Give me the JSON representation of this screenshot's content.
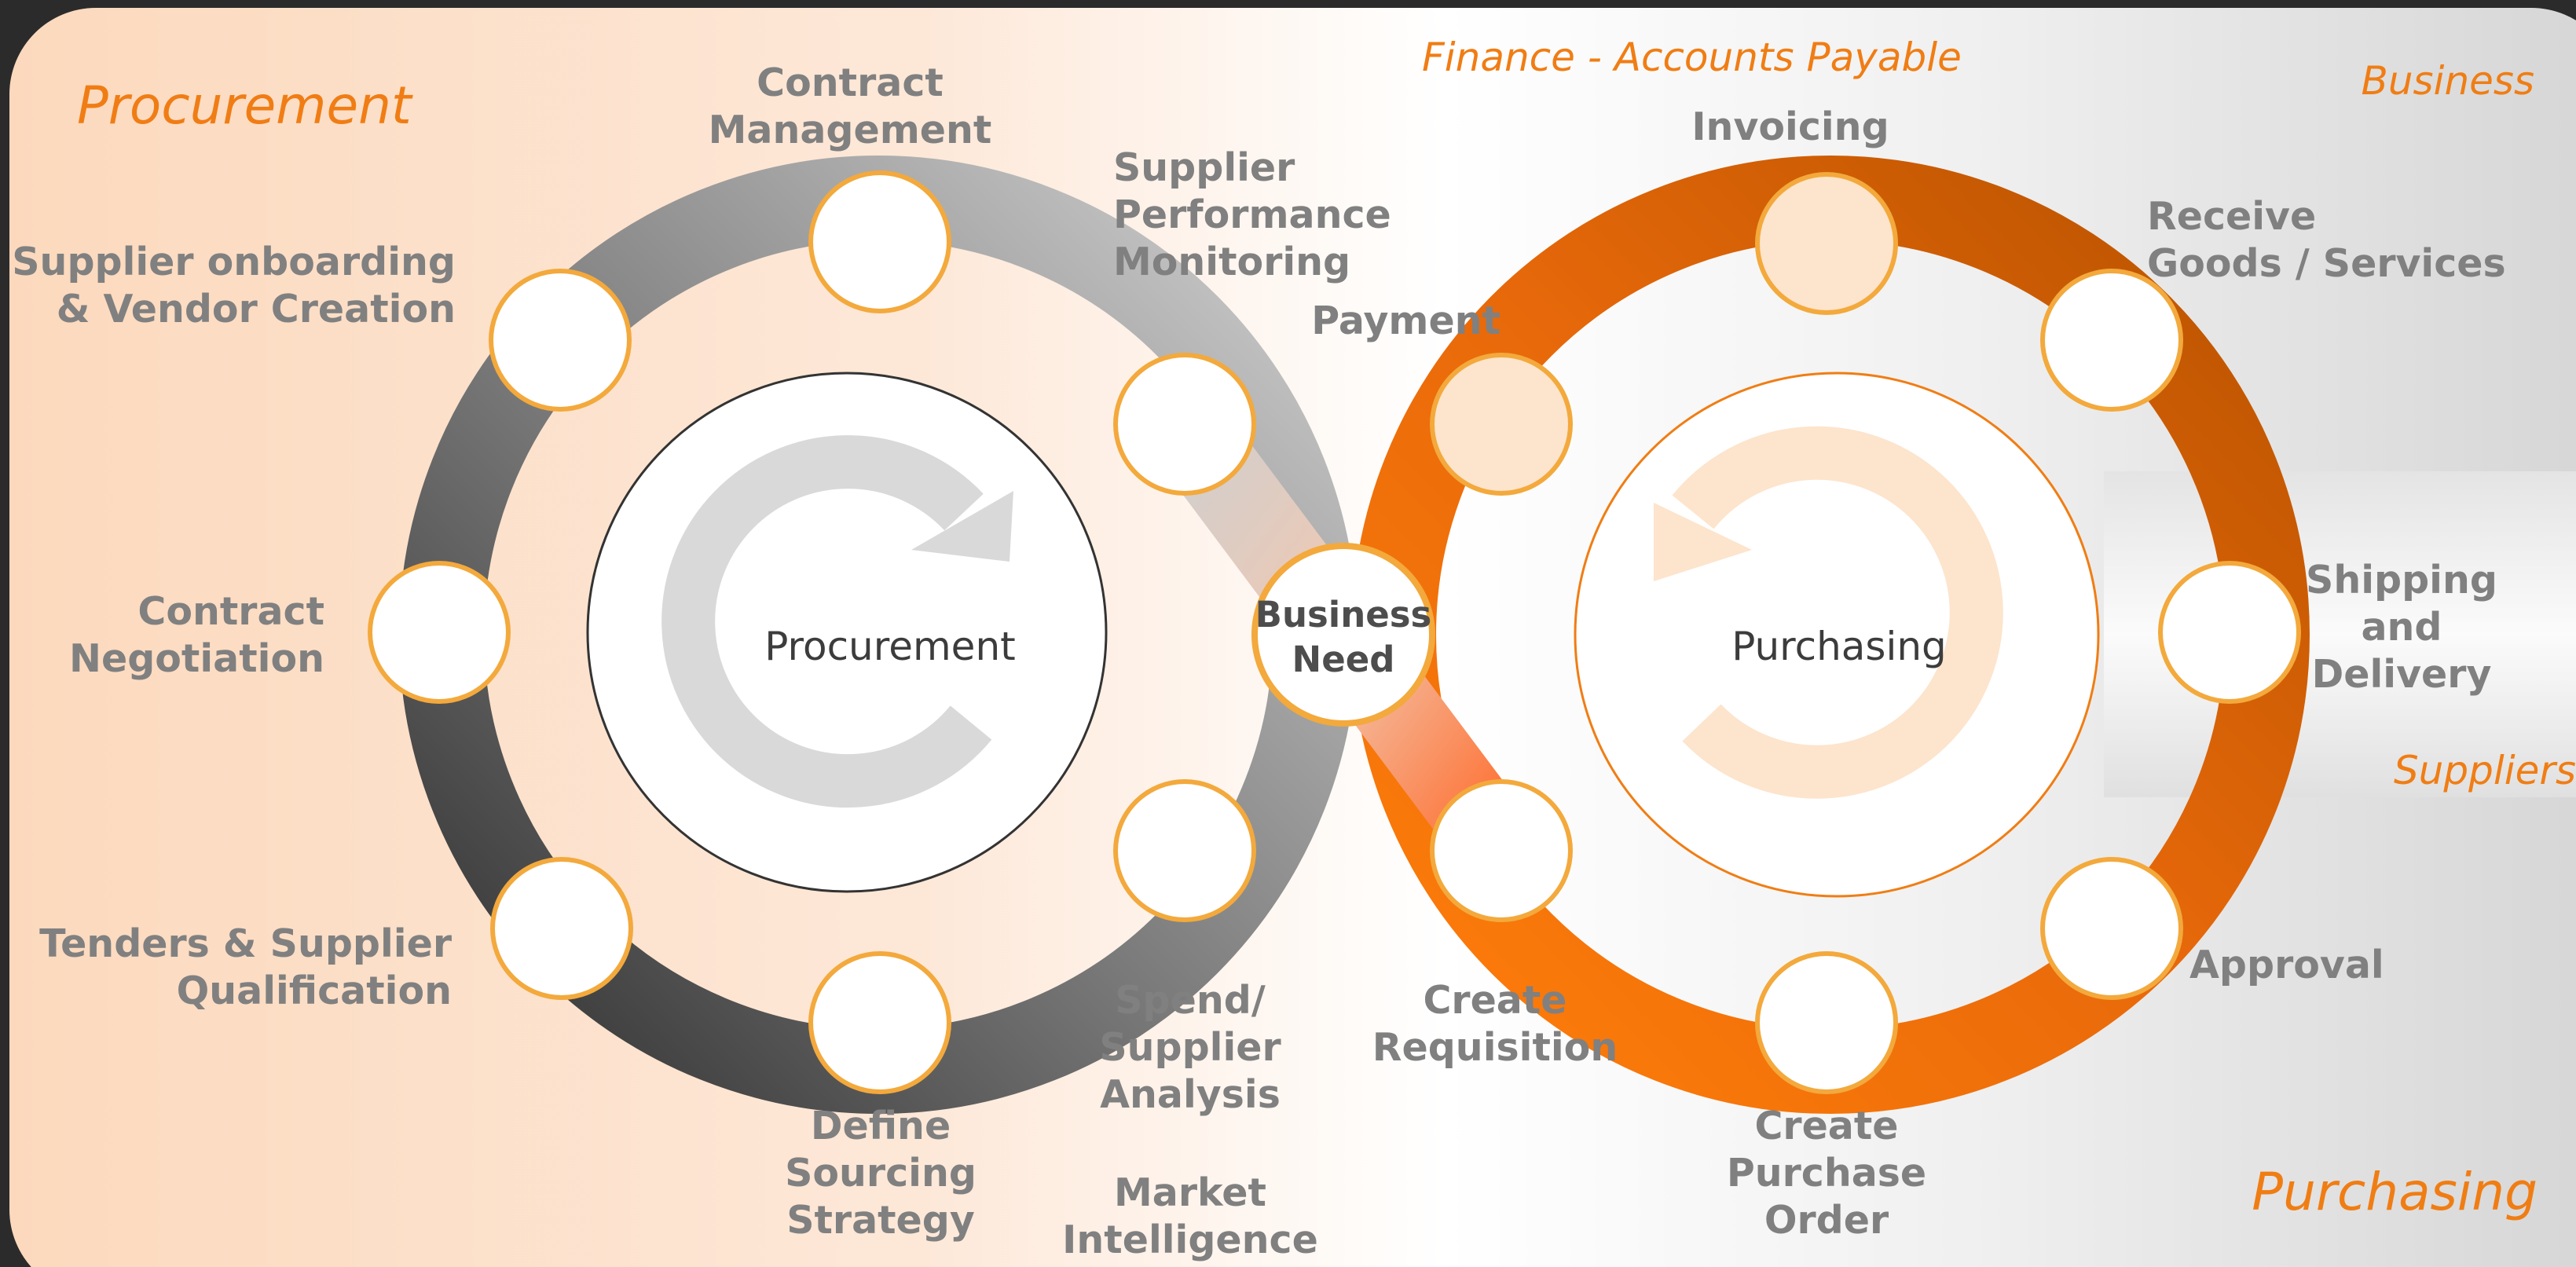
{
  "corners": {
    "procurement": "Procurement",
    "finance": "Finance - Accounts Payable",
    "business": "Business",
    "suppliers": "Suppliers",
    "purchasing": "Purchasing"
  },
  "centers": {
    "left": "Procurement",
    "right": "Purchasing"
  },
  "hub": [
    "Business",
    "Need"
  ],
  "procurement_steps": {
    "contract_management": [
      "Contract",
      "Management"
    ],
    "supplier_performance": [
      "Supplier",
      "Performance",
      "Monitoring"
    ],
    "supplier_onboarding": [
      "Supplier onboarding",
      "& Vendor Creation"
    ],
    "contract_negotiation": [
      "Contract",
      "Negotiation"
    ],
    "tenders": [
      "Tenders & Supplier",
      "Qualification"
    ],
    "define_sourcing": [
      "Define",
      "Sourcing",
      "Strategy"
    ],
    "spend_analysis": [
      "Spend/",
      "Supplier",
      "Analysis"
    ],
    "market_intelligence": [
      "Market",
      "Intelligence"
    ]
  },
  "purchasing_steps": {
    "invoicing": [
      "Invoicing"
    ],
    "payment": [
      "Payment"
    ],
    "receive_goods": [
      "Receive",
      "Goods / Services"
    ],
    "shipping": [
      "Shipping",
      "and",
      "Delivery"
    ],
    "approval": [
      "Approval"
    ],
    "create_po": [
      "Create",
      "Purchase",
      "Order"
    ],
    "create_requisition": [
      "Create",
      "Requisition"
    ]
  },
  "colors": {
    "accent": "#f07d14",
    "node_border": "#f3a93c",
    "label_gray": "#808080",
    "filled_node": "#fde4cc"
  }
}
